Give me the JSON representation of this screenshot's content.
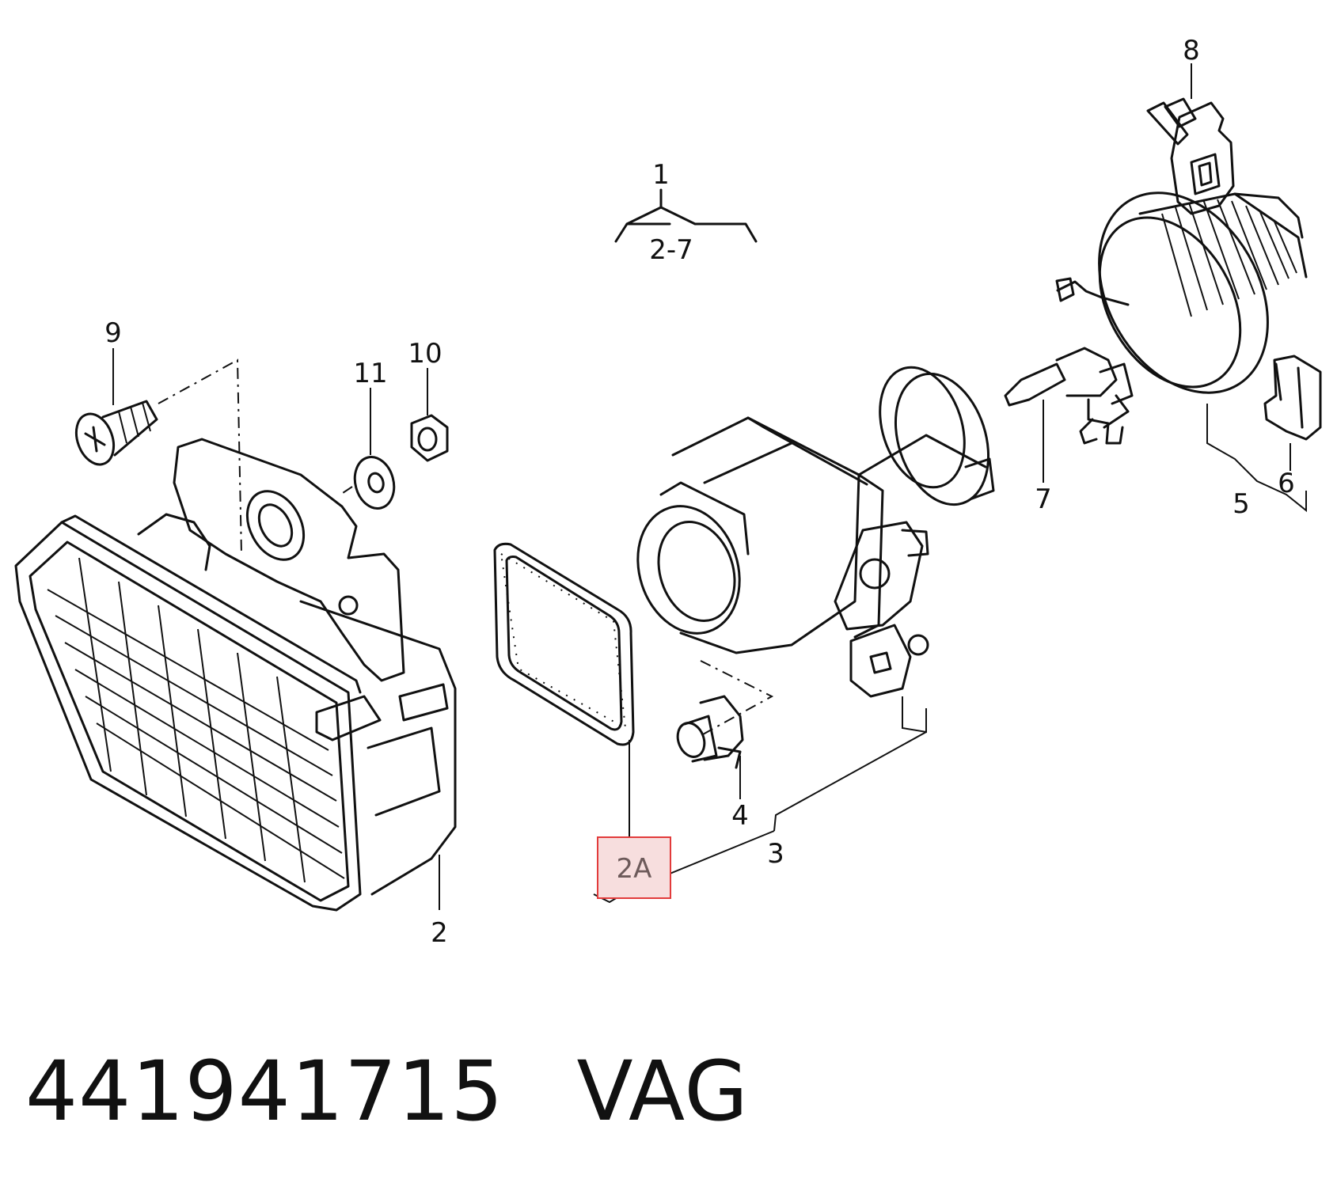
{
  "diagram": {
    "labels": {
      "p1": "1",
      "p1_range": "2-7",
      "p2": "2",
      "p2a": "2A",
      "p3": "3",
      "p4": "4",
      "p5": "5",
      "p6": "6",
      "p7": "7",
      "p8": "8",
      "p9": "9",
      "p10": "10",
      "p11": "11"
    },
    "highlight_color": "#e23b3b",
    "highlight_fill": "#f7dede"
  },
  "footer": {
    "part_number": "441941715",
    "brand": "VAG"
  }
}
